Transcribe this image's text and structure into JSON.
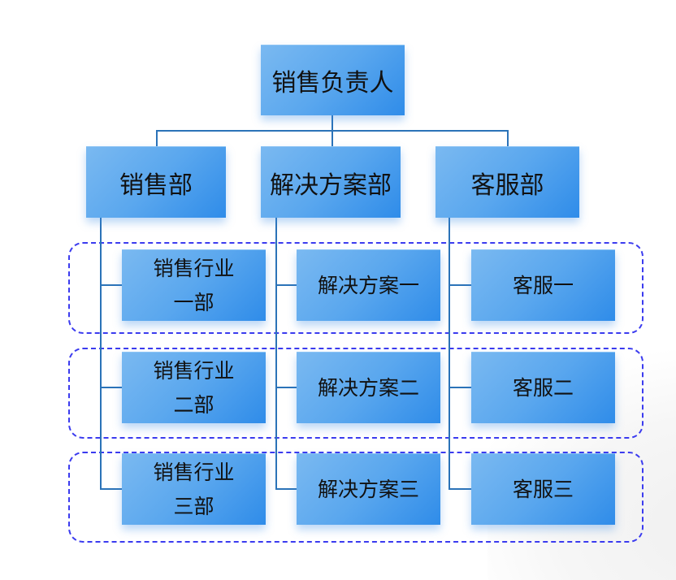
{
  "root": {
    "label": "销售负责人"
  },
  "departments": [
    {
      "label": "销售部"
    },
    {
      "label": "解决方案部"
    },
    {
      "label": "客服部"
    }
  ],
  "rows": [
    {
      "items": [
        {
          "label": "销售行业一部"
        },
        {
          "label": "解决方案一"
        },
        {
          "label": "客服一"
        }
      ]
    },
    {
      "items": [
        {
          "label": "销售行业二部"
        },
        {
          "label": "解决方案二"
        },
        {
          "label": "客服二"
        }
      ]
    },
    {
      "items": [
        {
          "label": "销售行业三部"
        },
        {
          "label": "解决方案三"
        },
        {
          "label": "客服三"
        }
      ]
    }
  ],
  "colors": {
    "box_start": "#7ab9f1",
    "box_end": "#2f8ce9",
    "connector": "#2b73b8",
    "group_border": "#3b3bef"
  }
}
